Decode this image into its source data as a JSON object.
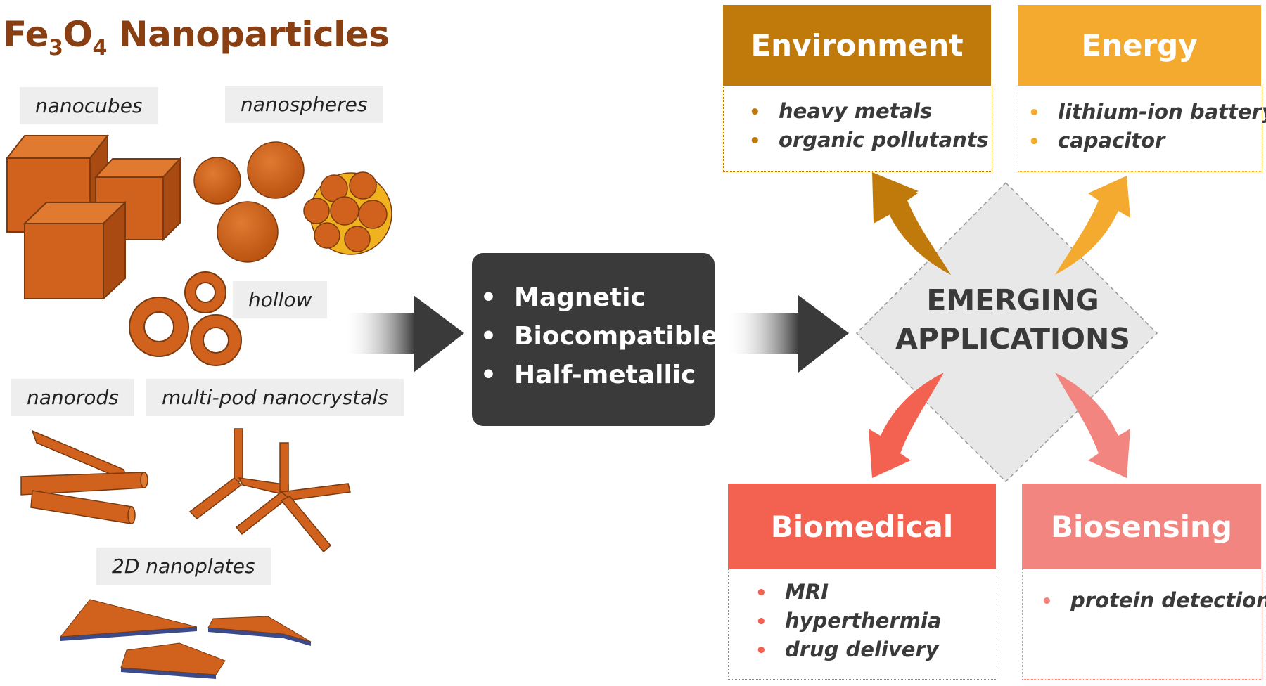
{
  "title": {
    "formula_a": "Fe",
    "sub_a": "3",
    "formula_b": "O",
    "sub_b": "4",
    "rest": " Nanoparticles"
  },
  "shapes": [
    {
      "label": "nanocubes"
    },
    {
      "label": "nanospheres"
    },
    {
      "label": "hollow"
    },
    {
      "label": "nanorods"
    },
    {
      "label": "multi-pod nanocrystals"
    },
    {
      "label": "2D nanoplates"
    }
  ],
  "properties": [
    "Magnetic",
    "Biocompatible",
    "Half-metallic"
  ],
  "bullet": "•",
  "center": {
    "line1": "EMERGING",
    "line2": "APPLICATIONS"
  },
  "categories": {
    "environment": {
      "title": "Environment",
      "color": "#c07a0c",
      "items": [
        "heavy metals",
        "organic pollutants"
      ]
    },
    "energy": {
      "title": "Energy",
      "color": "#f3aa2f",
      "items": [
        "lithium-ion battery",
        "capacitor"
      ]
    },
    "biomedical": {
      "title": "Biomedical",
      "color": "#f36150",
      "items": [
        "MRI",
        "hyperthermia",
        "drug delivery"
      ]
    },
    "biosensing": {
      "title": "Biosensing",
      "color": "#f28580",
      "items": [
        "protein detection"
      ]
    }
  },
  "colors": {
    "particle": "#d0621d",
    "particle_dark": "#a84a12",
    "particle_light": "#e07a30",
    "core_yellow": "#f0b21e",
    "dark_box": "#3a3a3a",
    "diamond": "#e8e8e8"
  }
}
